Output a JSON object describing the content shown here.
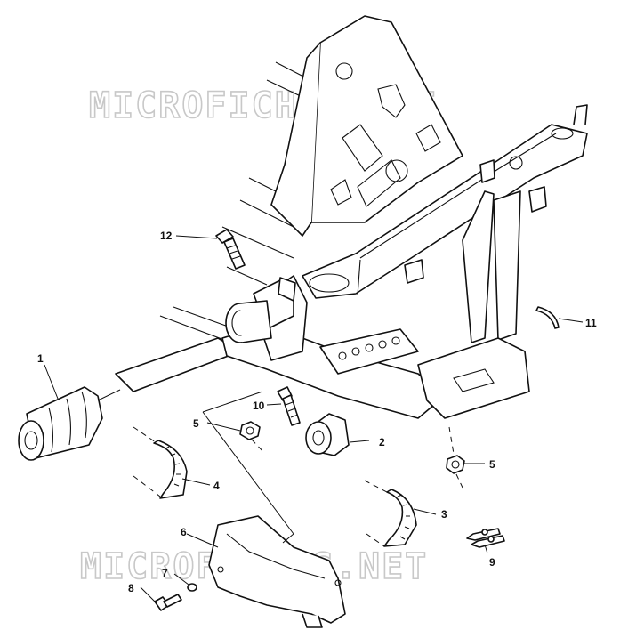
{
  "watermark": {
    "top": "MICROFICHES.NET",
    "bottom": "MICROFICHES.NET"
  },
  "callouts": [
    "1",
    "2",
    "3",
    "4",
    "5",
    "5",
    "6",
    "7",
    "8",
    "9",
    "10",
    "11",
    "12"
  ],
  "colors": {
    "line": "#111111",
    "watermark": "#c8c8c8",
    "background": "#ffffff"
  }
}
